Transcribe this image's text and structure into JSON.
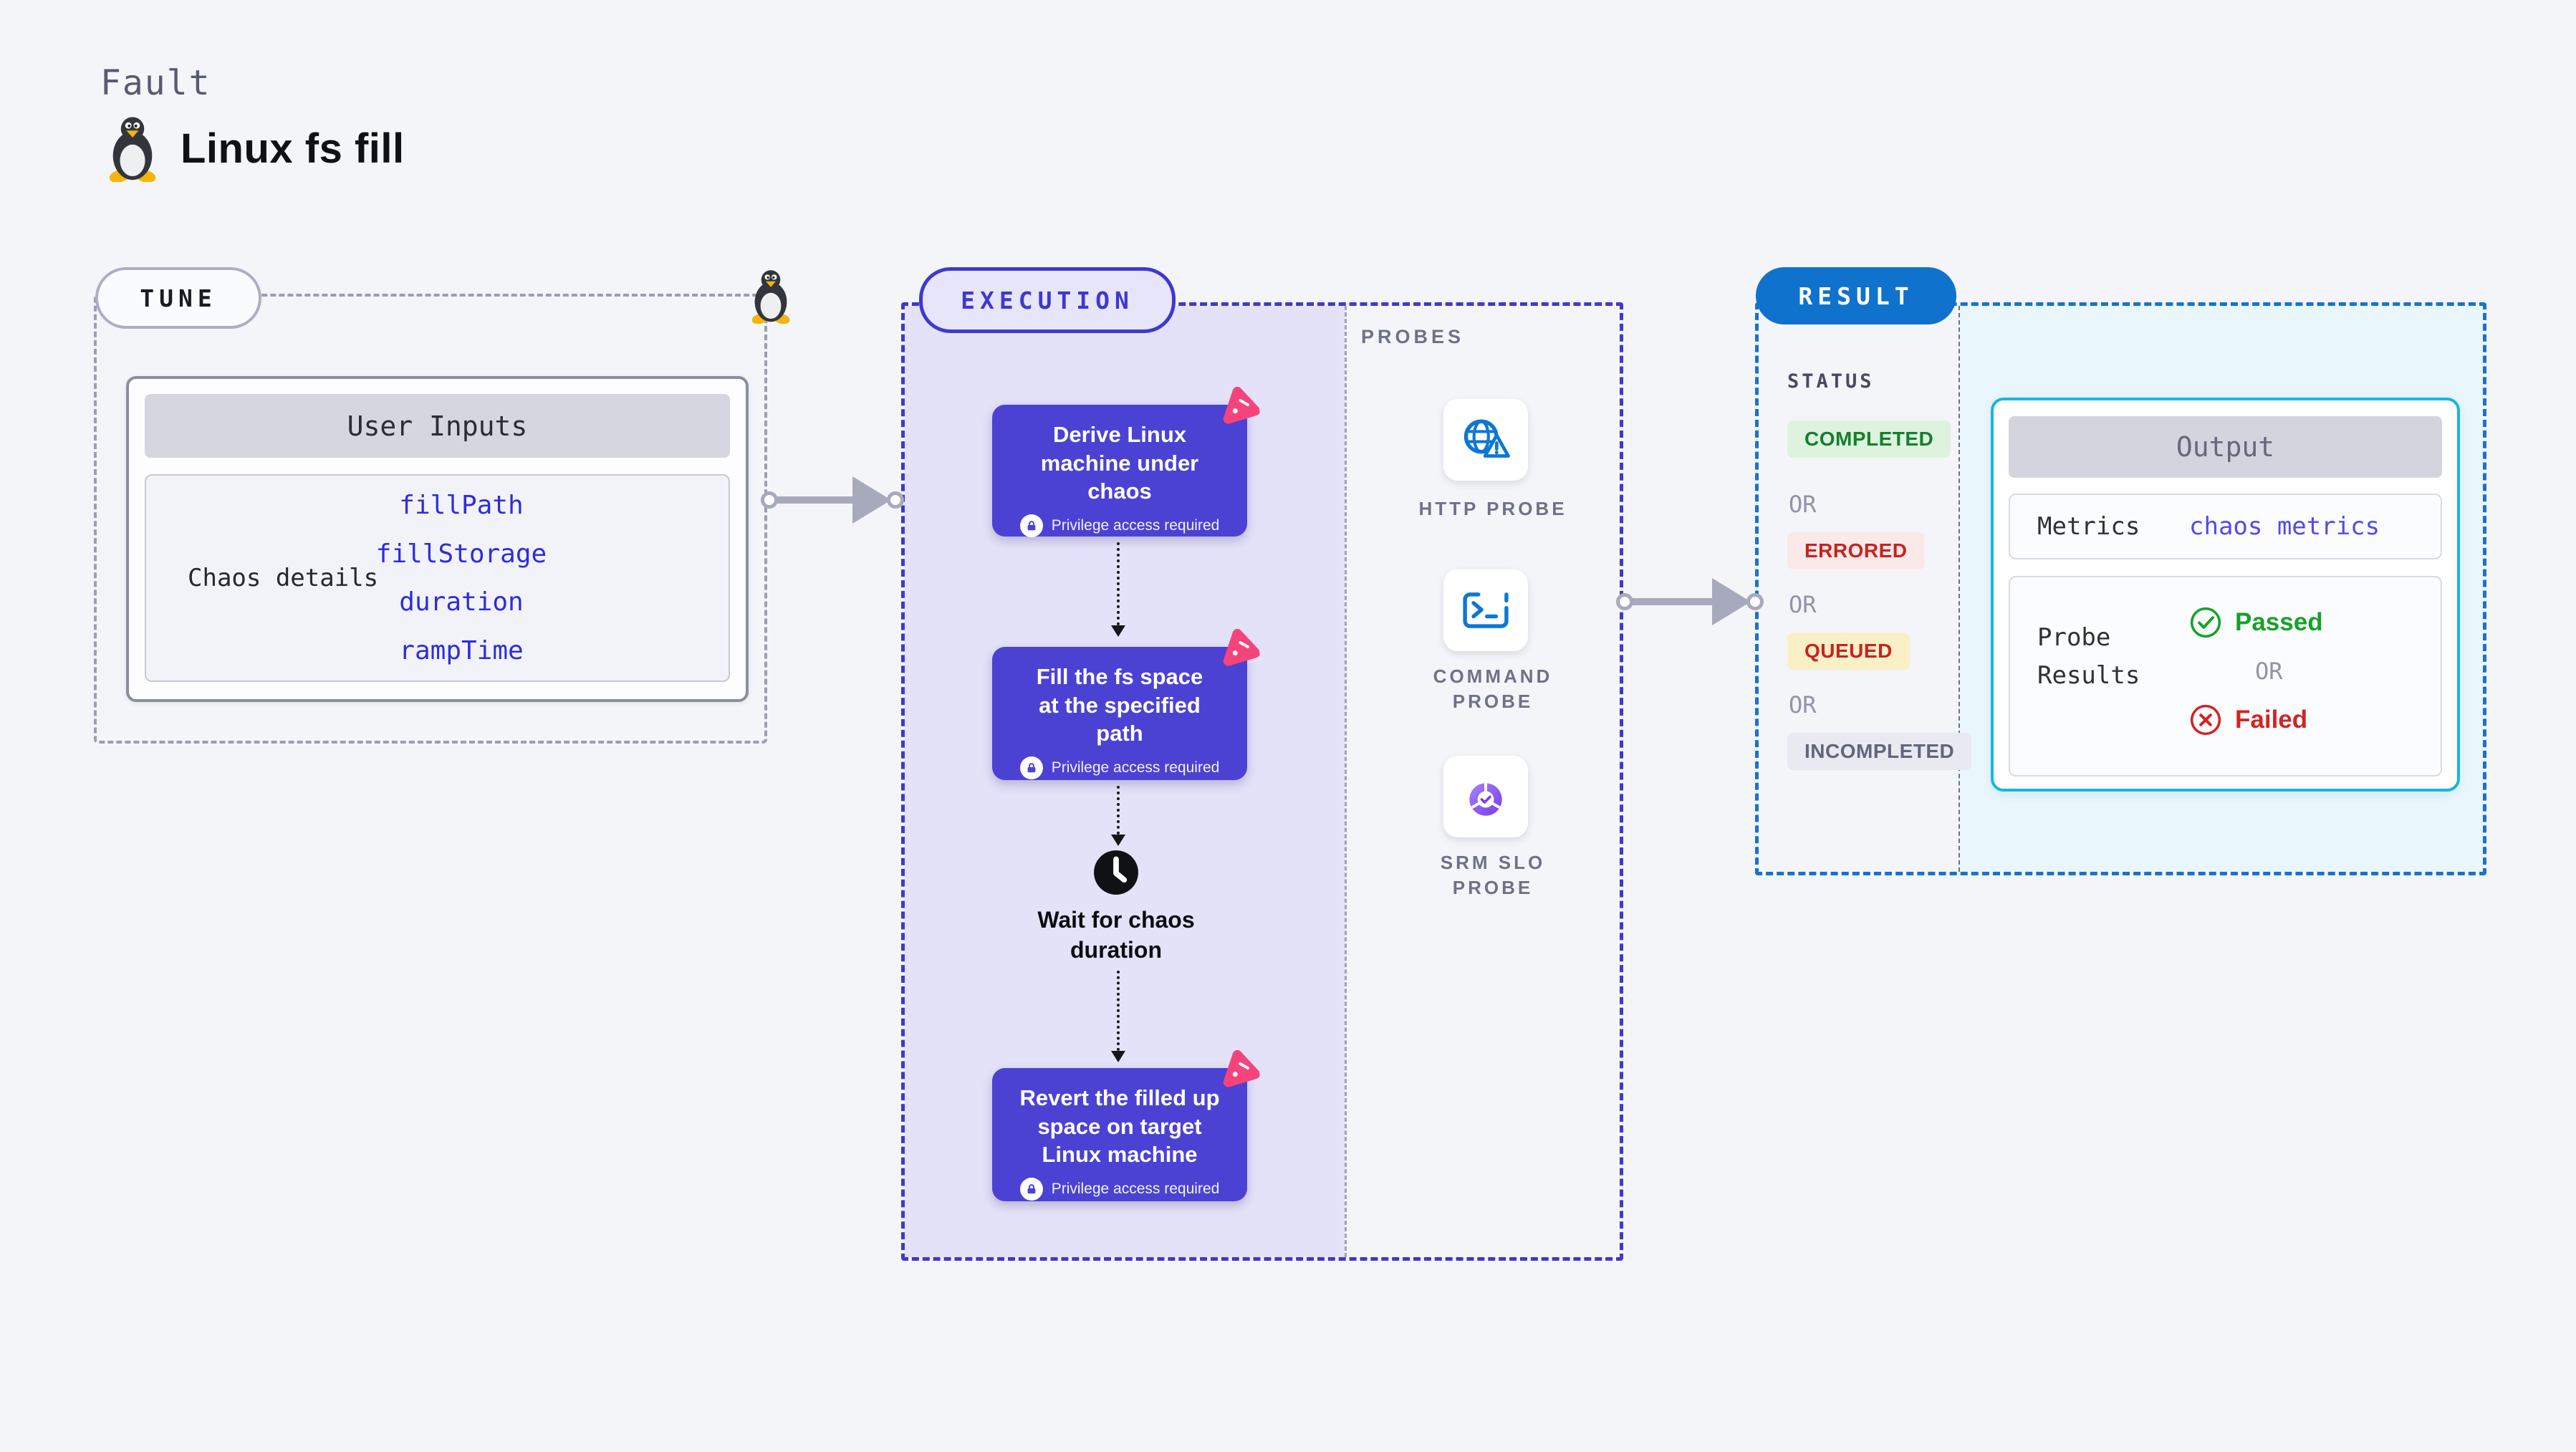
{
  "header": {
    "kicker": "Fault",
    "title": "Linux fs fill"
  },
  "tune": {
    "pill": "TUNE",
    "user_inputs": {
      "title": "User Inputs",
      "row_label": "Chaos details",
      "params": [
        "fillPath",
        "fillStorage",
        "duration",
        "rampTime"
      ]
    }
  },
  "execution": {
    "pill": "EXECUTION",
    "steps": [
      {
        "title": "Derive Linux\nmachine under\nchaos",
        "note": "Privilege access required"
      },
      {
        "title": "Fill the fs space\nat the specified\npath",
        "note": "Privilege access required"
      },
      {
        "title": "Revert the filled up\nspace on target\nLinux machine",
        "note": "Privilege access required"
      }
    ],
    "wait_label": "Wait for chaos duration"
  },
  "probes": {
    "section_label": "PROBES",
    "items": [
      {
        "label": "HTTP PROBE",
        "icon": "globe-alert-icon"
      },
      {
        "label": "COMMAND PROBE",
        "icon": "terminal-icon"
      },
      {
        "label": "SRM SLO PROBE",
        "icon": "slo-donut-icon"
      }
    ]
  },
  "result": {
    "pill": "RESULT",
    "status_label": "STATUS",
    "or_label": "OR",
    "statuses": [
      {
        "label": "COMPLETED",
        "text_color": "#157F2D",
        "bg_color": "#DDF3DD"
      },
      {
        "label": "ERRORED",
        "text_color": "#C6231F",
        "bg_color": "#FBE9E9"
      },
      {
        "label": "QUEUED",
        "text_color": "#C6231F",
        "bg_color": "#FAF0C8"
      },
      {
        "label": "INCOMPLETED",
        "text_color": "#62667C",
        "bg_color": "#E9E9F1"
      }
    ],
    "output": {
      "title": "Output",
      "metrics_label": "Metrics",
      "metrics_value": "chaos metrics",
      "probe_results_label": "Probe Results",
      "passed_label": "Passed",
      "failed_label": "Failed"
    }
  },
  "colors": {
    "page_bg": "#F4F5F9",
    "accent_indigo": "#4038CE",
    "step_card_purple": "#4B42D4",
    "execution_lavender": "#E4E2F8",
    "chaos_hub_pink": "#F5447C",
    "probe_blue": "#0C78D3",
    "result_pill_blue": "#0F72CD",
    "result_dash_blue": "#1673D0",
    "output_cyan_border": "#19B5E0",
    "output_cyan_bg": "#E9F6FC",
    "param_blue": "#2F2BDE",
    "passed_green": "#18A02B",
    "failed_red": "#D32423"
  }
}
